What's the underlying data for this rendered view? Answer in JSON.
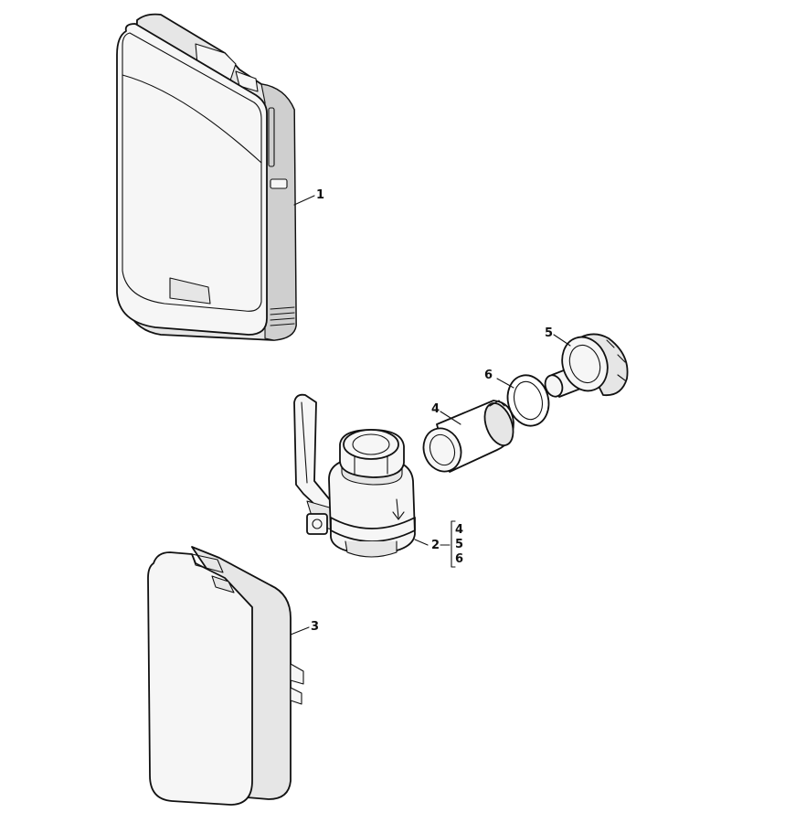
{
  "callouts": {
    "c1": "1",
    "c2": "2",
    "c3": "3",
    "c4": "4",
    "c5": "5",
    "c6": "6",
    "kit_a": "4",
    "kit_b": "5",
    "kit_c": "6"
  },
  "colors": {
    "line": "#111111",
    "background": "#ffffff"
  }
}
